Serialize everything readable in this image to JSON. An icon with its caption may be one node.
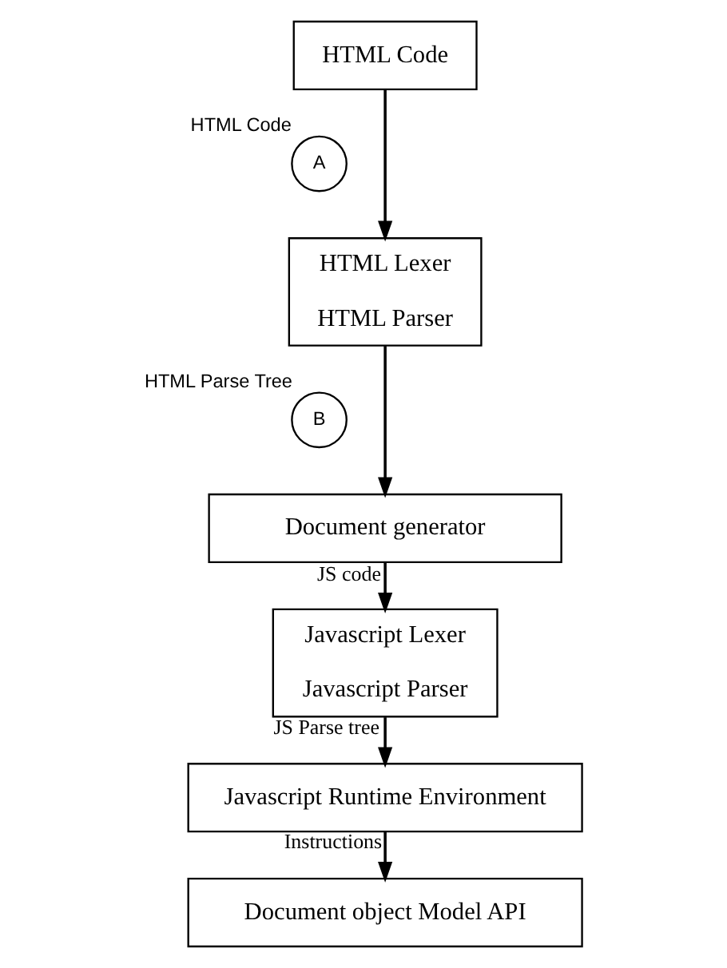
{
  "diagram": {
    "nodes": [
      {
        "text": [
          "HTML Code"
        ]
      },
      {
        "text": [
          "A"
        ],
        "beside": [
          "HTML Code"
        ]
      },
      {
        "text": [
          "HTML Lexer",
          "HTML Parser"
        ]
      },
      {
        "text": [
          "B"
        ],
        "beside": [
          "HTML Parse Tree"
        ]
      },
      {
        "text": [
          "Document generator"
        ]
      },
      {
        "text": [
          "Javascript Lexer",
          "Javascript Parser"
        ]
      },
      {
        "text": [
          "Javascript Runtime Environment"
        ]
      },
      {
        "text": [
          "Document object Model API"
        ]
      }
    ],
    "edges": [
      {
        "from": 0,
        "to": 2,
        "arrow": "to"
      },
      {
        "from": 2,
        "to": 4,
        "arrow": "to"
      },
      {
        "from": 4,
        "to": 5,
        "arrow": "to",
        "label": "JS code"
      },
      {
        "from": 5,
        "to": 6,
        "arrow": "to",
        "label": "JS Parse tree"
      },
      {
        "from": 6,
        "to": 7,
        "arrow": "to",
        "label": "Instructions"
      }
    ]
  }
}
